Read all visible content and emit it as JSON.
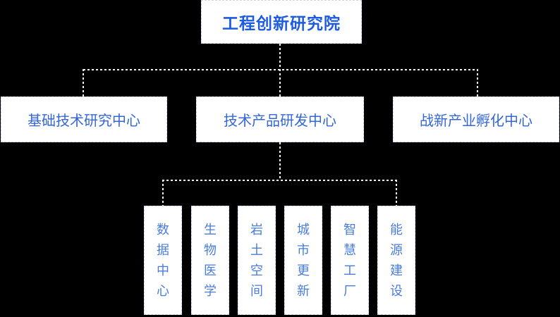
{
  "org": {
    "root": {
      "label": "工程创新研究院"
    },
    "centers": [
      {
        "label": "基础技术研究中心"
      },
      {
        "label": "技术产品研发中心"
      },
      {
        "label": "战新产业孵化中心"
      }
    ],
    "departments": [
      {
        "label": "数据中心"
      },
      {
        "label": "生物医学"
      },
      {
        "label": "岩土空间"
      },
      {
        "label": "城市更新"
      },
      {
        "label": "智慧工厂"
      },
      {
        "label": "能源建设"
      }
    ],
    "colors": {
      "background": "#000000",
      "node_fill": "#ffffff",
      "node_border": "#ccd6e8",
      "connector": "#f2f2f2",
      "root_text": "#1d5be0",
      "center_text": "#3366d6",
      "department_text": "#4a7cdb"
    }
  }
}
